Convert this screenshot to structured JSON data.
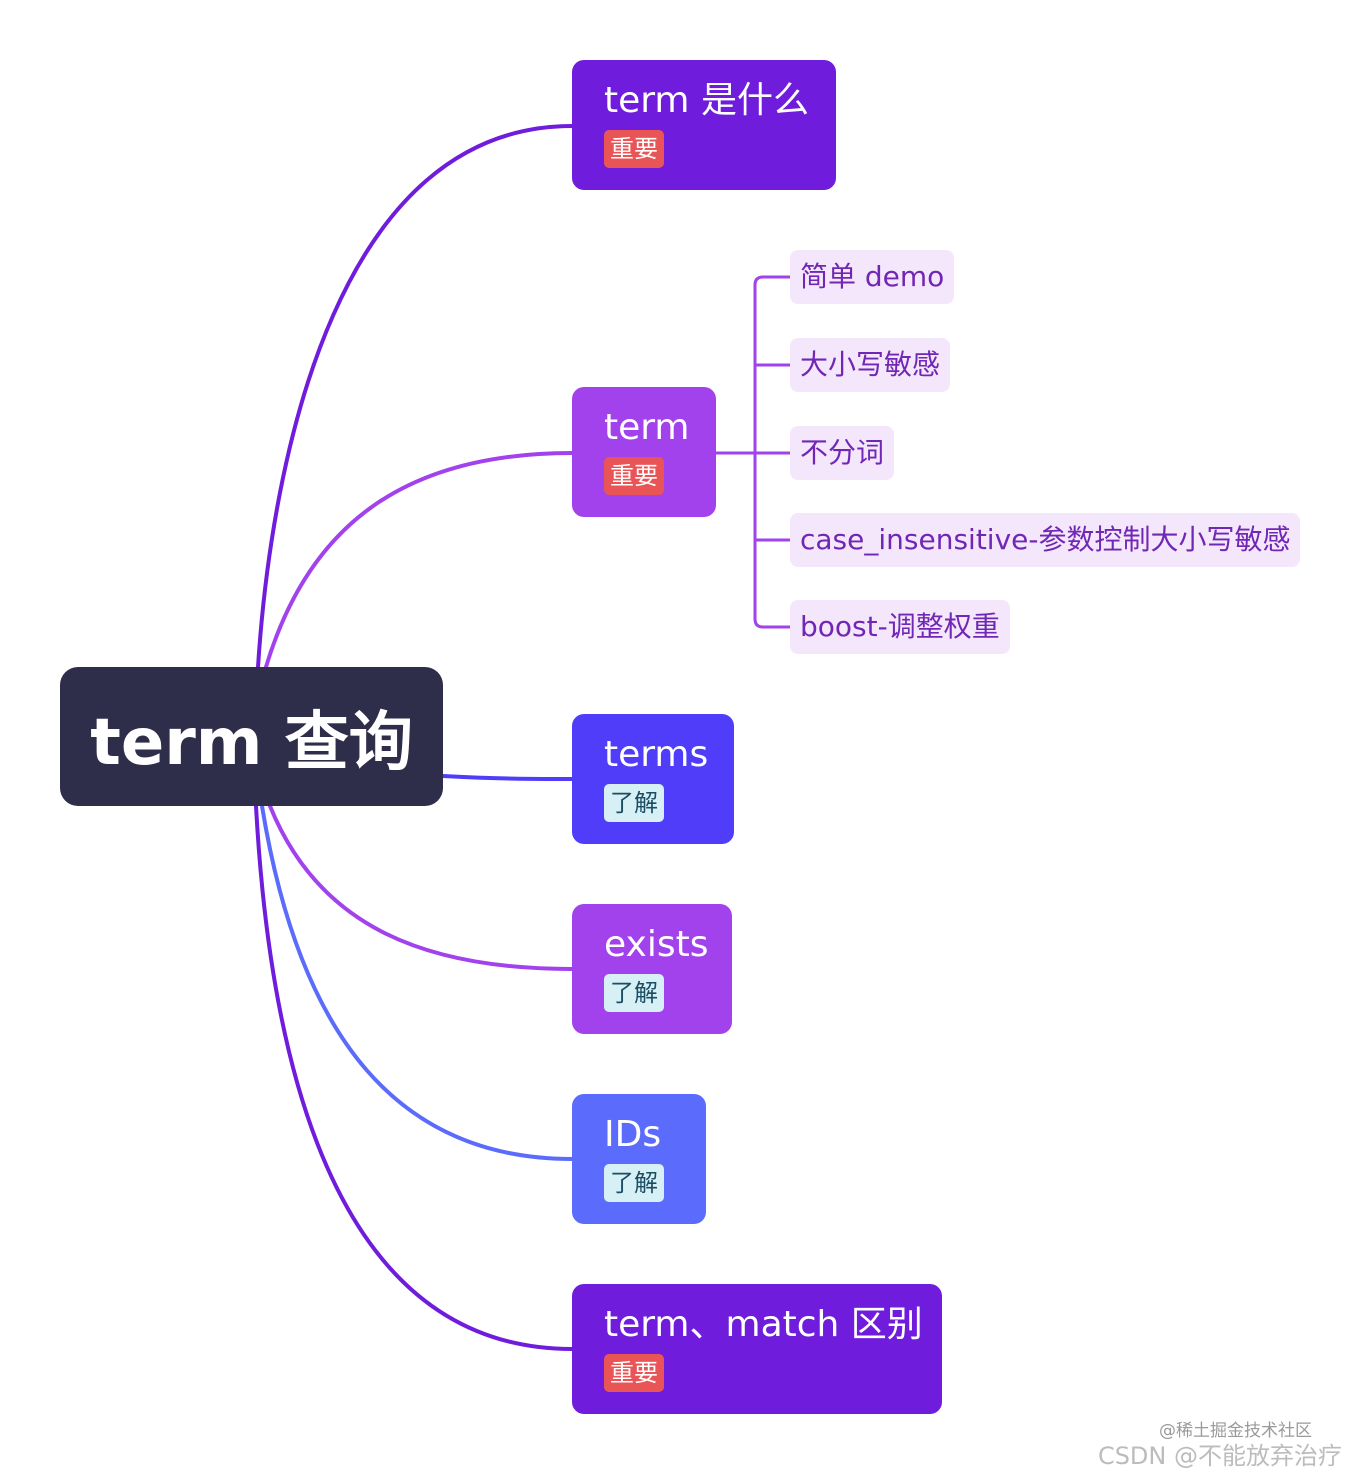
{
  "root": {
    "label": "term 查询"
  },
  "branches": [
    {
      "label": "term 是什么",
      "tag": "重要",
      "tag_type": "important",
      "color": "#6f1cdc"
    },
    {
      "label": "term",
      "tag": "重要",
      "tag_type": "important",
      "color": "#a242ec"
    },
    {
      "label": "terms",
      "tag": "了解",
      "tag_type": "know",
      "color": "#4f3dfa"
    },
    {
      "label": "exists",
      "tag": "了解",
      "tag_type": "know",
      "color": "#a242ec"
    },
    {
      "label": "IDs",
      "tag": "了解",
      "tag_type": "know",
      "color": "#5b6bfb"
    },
    {
      "label": "term、match 区别",
      "tag": "重要",
      "tag_type": "important",
      "color": "#6f1cdc"
    }
  ],
  "term_children": [
    {
      "label": "简单 demo"
    },
    {
      "label": "大小写敏感"
    },
    {
      "label": "不分词"
    },
    {
      "label": "case_insensitive-参数控制大小写敏感"
    },
    {
      "label": "boost-调整权重"
    }
  ],
  "watermark": {
    "line1": "@稀土掘金技术社区",
    "line2": "CSDN @不能放弃治疗"
  }
}
